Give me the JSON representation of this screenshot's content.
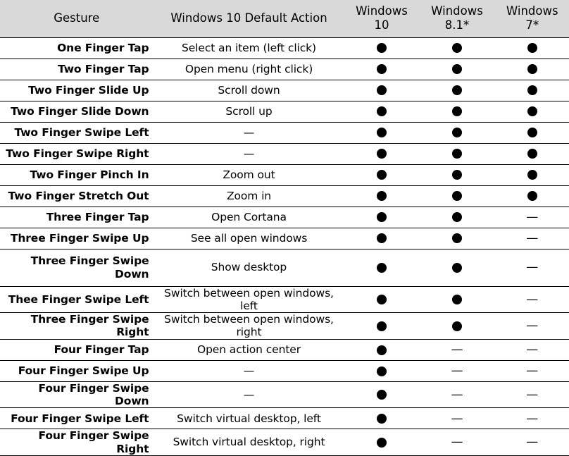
{
  "table": {
    "headers": {
      "gesture": "Gesture",
      "action": "Windows 10 Default Action",
      "win10": "Windows\n10",
      "win81": "Windows\n8.1*",
      "win7": "Windows\n7*"
    },
    "marks": {
      "supported": "●",
      "unsupported": "—",
      "supported_name": "filled-dot-icon",
      "unsupported_name": "dash-icon"
    },
    "rows": [
      {
        "gesture": "One Finger Tap",
        "action": "Select an item (left click)",
        "win10": "supported",
        "win81": "supported",
        "win7": "supported",
        "tall": false
      },
      {
        "gesture": "Two Finger Tap",
        "action": "Open menu (right click)",
        "win10": "supported",
        "win81": "supported",
        "win7": "supported",
        "tall": false
      },
      {
        "gesture": "Two Finger Slide Up",
        "action": "Scroll down",
        "win10": "supported",
        "win81": "supported",
        "win7": "supported",
        "tall": false
      },
      {
        "gesture": "Two Finger Slide Down",
        "action": "Scroll up",
        "win10": "supported",
        "win81": "supported",
        "win7": "supported",
        "tall": false
      },
      {
        "gesture": "Two Finger Swipe Left",
        "action": "—",
        "win10": "supported",
        "win81": "supported",
        "win7": "supported",
        "tall": false
      },
      {
        "gesture": "Two Finger Swipe Right",
        "action": "—",
        "win10": "supported",
        "win81": "supported",
        "win7": "supported",
        "tall": false
      },
      {
        "gesture": "Two Finger Pinch In",
        "action": "Zoom out",
        "win10": "supported",
        "win81": "supported",
        "win7": "supported",
        "tall": false
      },
      {
        "gesture": "Two Finger Stretch Out",
        "action": "Zoom in",
        "win10": "supported",
        "win81": "supported",
        "win7": "supported",
        "tall": false
      },
      {
        "gesture": "Three Finger Tap",
        "action": "Open Cortana",
        "win10": "supported",
        "win81": "supported",
        "win7": "unsupported",
        "tall": false
      },
      {
        "gesture": "Three Finger Swipe Up",
        "action": "See all open windows",
        "win10": "supported",
        "win81": "supported",
        "win7": "unsupported",
        "tall": false
      },
      {
        "gesture": "Three Finger Swipe Down",
        "action": "Show desktop",
        "win10": "supported",
        "win81": "supported",
        "win7": "unsupported",
        "tall": true
      },
      {
        "gesture": "Thee Finger Swipe Left",
        "action": "Switch between open windows, left",
        "win10": "supported",
        "win81": "supported",
        "win7": "unsupported",
        "tall": false
      },
      {
        "gesture": "Three Finger Swipe Right",
        "action": "Switch between open windows, right",
        "win10": "supported",
        "win81": "supported",
        "win7": "unsupported",
        "tall": false
      },
      {
        "gesture": "Four Finger Tap",
        "action": "Open action center",
        "win10": "supported",
        "win81": "unsupported",
        "win7": "unsupported",
        "tall": false
      },
      {
        "gesture": "Four Finger Swipe Up",
        "action": "—",
        "win10": "supported",
        "win81": "unsupported",
        "win7": "unsupported",
        "tall": false
      },
      {
        "gesture": "Four Finger Swipe Down",
        "action": "—",
        "win10": "supported",
        "win81": "unsupported",
        "win7": "unsupported",
        "tall": false
      },
      {
        "gesture": "Four Finger Swipe Left",
        "action": "Switch virtual desktop, left",
        "win10": "supported",
        "win81": "unsupported",
        "win7": "unsupported",
        "tall": false
      },
      {
        "gesture": "Four Finger Swipe Right",
        "action": "Switch virtual desktop, right",
        "win10": "supported",
        "win81": "unsupported",
        "win7": "unsupported",
        "tall": false
      }
    ]
  },
  "colors": {
    "header_bg": "#d9d9d9",
    "body_bg": "#ffffff",
    "rule": "#000000",
    "text": "#000000"
  }
}
